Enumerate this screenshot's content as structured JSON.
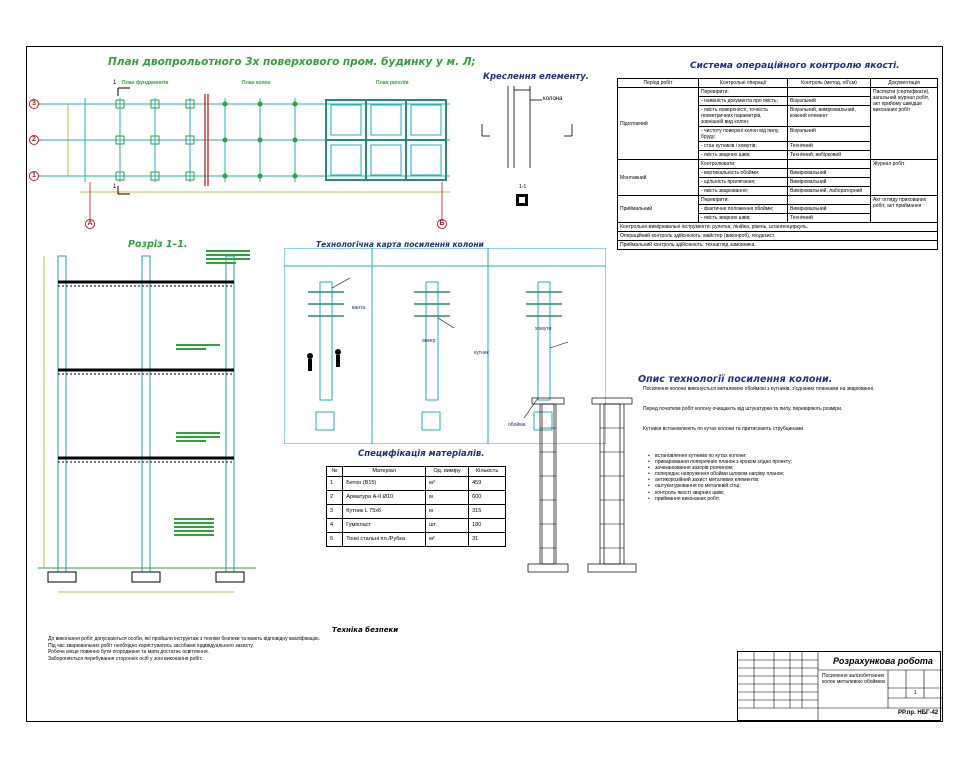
{
  "plan": {
    "title": "План двопрольотного 3х поверхового пром. будинку у м. Л;",
    "sub_titles": [
      "План фундаментів",
      "План колон",
      "План ригелів"
    ],
    "axes_rows": [
      "3",
      "2",
      "1"
    ],
    "axes_cols": [
      "А",
      "Б"
    ],
    "section_mark": "1"
  },
  "element": {
    "title": "Креслення елементу.",
    "label": "колона",
    "mark": "1-1"
  },
  "section": {
    "title": "Розріз 1–1."
  },
  "techmap": {
    "title": "Технологічна карта посилення колони",
    "labels": [
      "ванта",
      "анкер",
      "хомути",
      "кутник",
      "обойма"
    ]
  },
  "spec": {
    "title": "Специфікація матеріалів.",
    "headers": [
      "№",
      "Матеріал",
      "Од. виміру",
      "Кількість"
    ],
    "rows": [
      [
        "1",
        "Бетон (В15)",
        "м³",
        "459"
      ],
      [
        "2",
        "Арматура А-ІІ Ø10",
        "м",
        "600"
      ],
      [
        "3",
        "Кутник L 75x6",
        "м",
        "315"
      ],
      [
        "4",
        "Гуміпласт",
        "шт.",
        "180"
      ],
      [
        "5",
        "Тонкі стальні пл./Рубка",
        "м²",
        "31"
      ]
    ]
  },
  "control": {
    "title": "Система операційного контролю якості.",
    "headers": [
      "Період робіт",
      "Контрольні операції",
      "Контроль (метод, об'єм)",
      "Документація"
    ],
    "rows": [
      [
        "Підготовчий",
        "Перевірити:",
        "",
        "Паспорти (сертифікати), загальний журнал робіт, акт прийому шведше виконаних робіт"
      ],
      [
        "",
        "- наявність документа про якість;",
        "Візуальний",
        ""
      ],
      [
        "",
        "- якість поверхності, точність геометричних параметрів, зовнішній вид колон;",
        "Візуальний, вимірювальний, кожний елемент",
        ""
      ],
      [
        "",
        "- чистоту поверхні колон від пилу, бруду;",
        "Візуальний",
        ""
      ],
      [
        "",
        "- стан кутників і хомутів;",
        "Технічний",
        ""
      ],
      [
        "",
        "- якість зварних швів;",
        "Технічний, вибірковий",
        ""
      ],
      [
        "Монтажний",
        "Контролювати:",
        "",
        "Журнал робіт"
      ],
      [
        "",
        "- вертикальність обойми;",
        "Вимірювальний",
        ""
      ],
      [
        "",
        "- щільність прилягання;",
        "Вимірювальний",
        ""
      ],
      [
        "",
        "- якість зварювання;",
        "Вимірювальний, лабораторний",
        ""
      ],
      [
        "Приймальний",
        "Перевірити:",
        "",
        "Акт огляду прихованих робіт, акт приймання"
      ],
      [
        "",
        "- фактичне положення обойми;",
        "Вимірювальний",
        ""
      ],
      [
        "",
        "- якість зварних швів;",
        "Технічний",
        ""
      ]
    ],
    "footnotes": [
      "Контрольно-вимірювальні інструменти: рулетка, лінійка, рівень, штангенциркуль.",
      "Операційний контроль здійснюють: майстер (виконроб), геодезист.",
      "Приймальний контроль здійснюють: технагляд замовника."
    ]
  },
  "description": {
    "title": "Опис технології посилення колони.",
    "paragraphs": [
      "Посилення колони виконується металевою обоймою з кутників, з'єднаних планками на зварюванні.",
      "Перед початком робіт колону очищають від штукатурки та пилу, перевіряють розміри.",
      "Кутники встановлюють по кутах колони та притискають струбцинами."
    ],
    "bullets": [
      "встановлення кутників по кутах колони;",
      "приварювання поперечних планок з кроком згідно проекту;",
      "зачеканювання зазорів розчином;",
      "попереднє напруження обойми шляхом нагріву планок;",
      "антикорозійний захист металевих елементів;",
      "оштукатурювання по металевій сітці;",
      "контроль якості зварних швів;",
      "приймання виконаних робіт."
    ]
  },
  "tech_notes": {
    "title": "Техніка безпеки",
    "paragraphs": [
      "До виконання робіт допускаються особи, які пройшли інструктаж з техніки безпеки та мають відповідну кваліфікацію.",
      "Під час зварювальних робіт необхідно користуватись засобами індивідуального захисту.",
      "Робоче місце повинно бути огороджене та мати достатнє освітлення.",
      "Забороняється перебування сторонніх осіб у зоні виконання робіт."
    ]
  },
  "stamp": {
    "title": "Розрахункова робота",
    "subject": "Посилення залізобетонних колон металевою обоймою",
    "code": "РР.пр. НБГ-42",
    "sheet": "1"
  }
}
